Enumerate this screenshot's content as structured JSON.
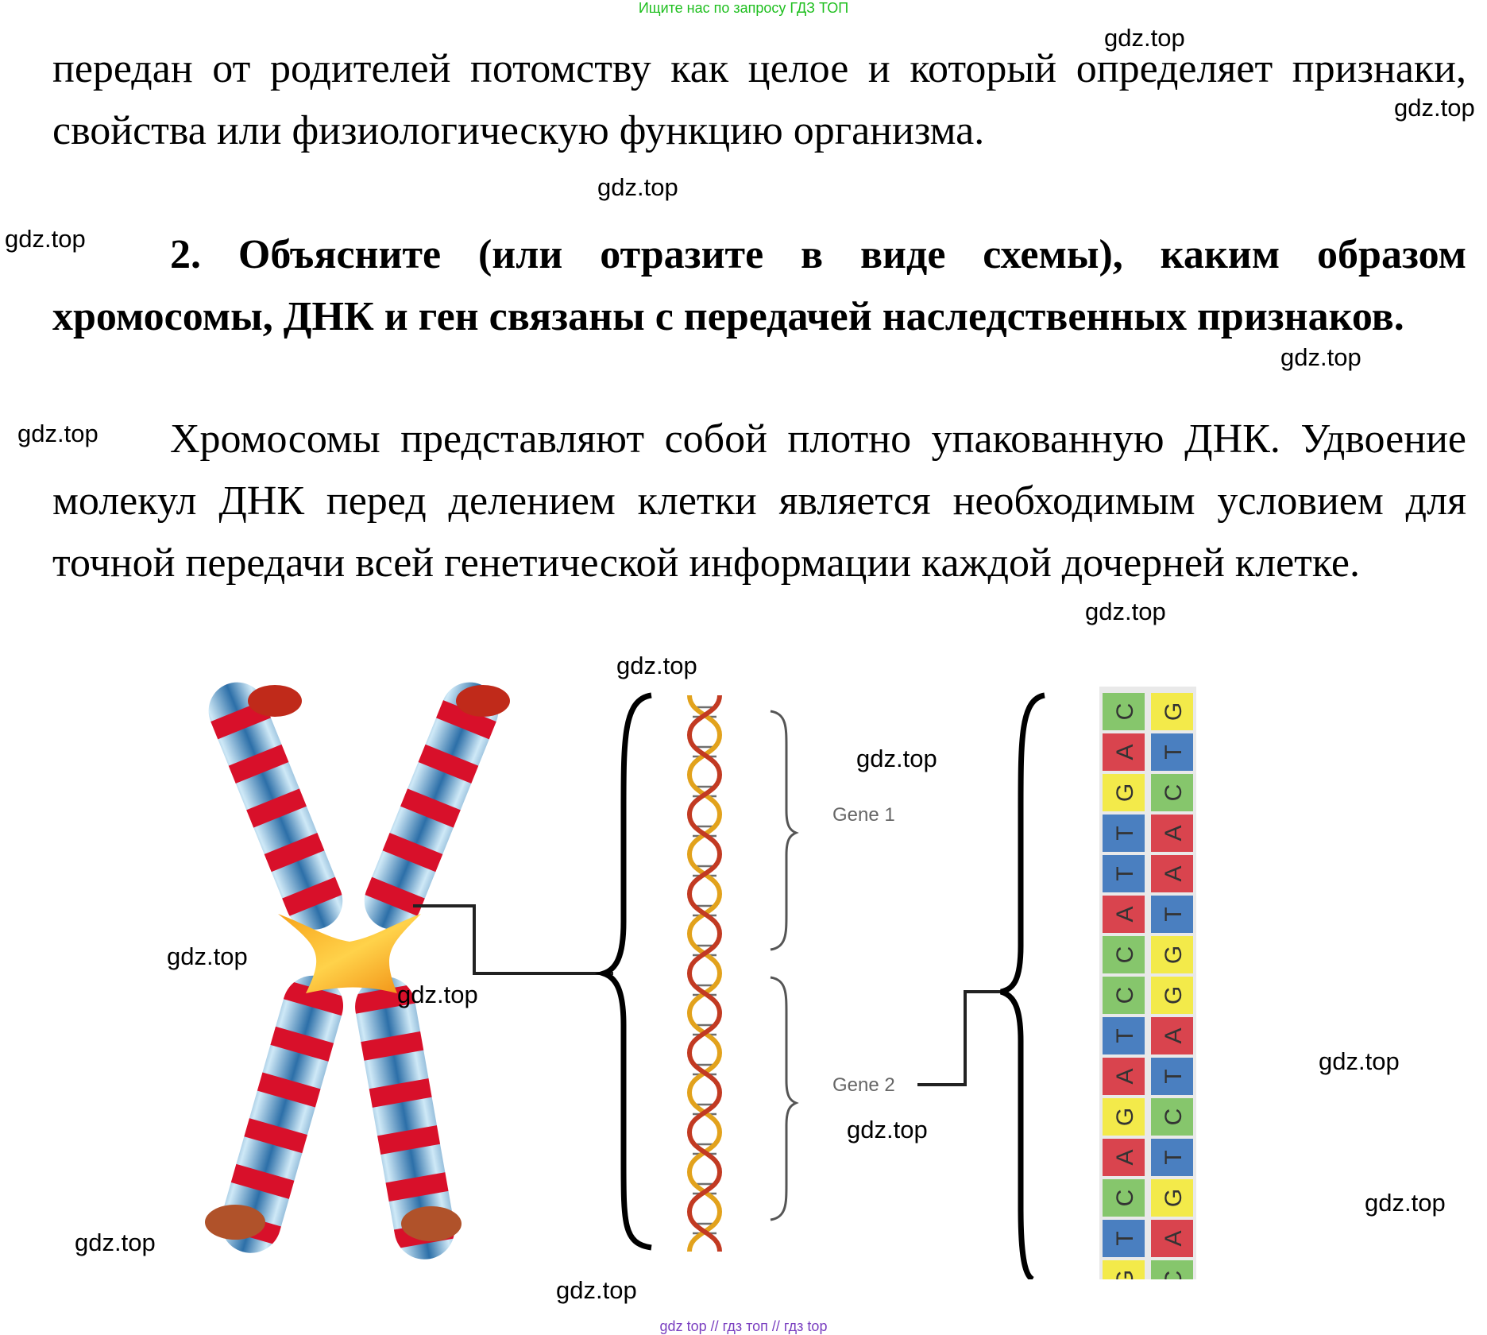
{
  "top_banner": "Ищите нас по запросу ГДЗ ТОП",
  "paragraphs": {
    "intro": "передан от родителей потомству как целое и который определяет признаки, свойства или физиологическую функцию организма.",
    "question": "2. Объясните (или отразите в виде схемы), каким образом хромосомы, ДНК и ген связаны с передачей наследственных признаков.",
    "answer": "Хромосомы представляют собой плотно упакованную ДНК. Удвоение молекул ДНК перед делением клетки является необходимым условием для точной передачи всей генетической информации каждой дочерней клетке."
  },
  "watermark_text": "gdz.top",
  "figure": {
    "gene1_label": "Gene 1",
    "gene2_label": "Gene 2",
    "left_column": [
      "C",
      "A",
      "G",
      "T",
      "T",
      "A",
      "C",
      "C",
      "T",
      "A",
      "G",
      "A",
      "C",
      "T",
      "G"
    ],
    "right_column": [
      "G",
      "T",
      "C",
      "A",
      "A",
      "T",
      "G",
      "G",
      "A",
      "T",
      "C",
      "T",
      "G",
      "A",
      "C"
    ],
    "base_colors": {
      "A": "#d9444e",
      "T": "#4a7fc0",
      "G": "#f3ea4a",
      "C": "#86c66c"
    }
  },
  "bottom_banner": "gdz top // гдз топ // гдз top"
}
